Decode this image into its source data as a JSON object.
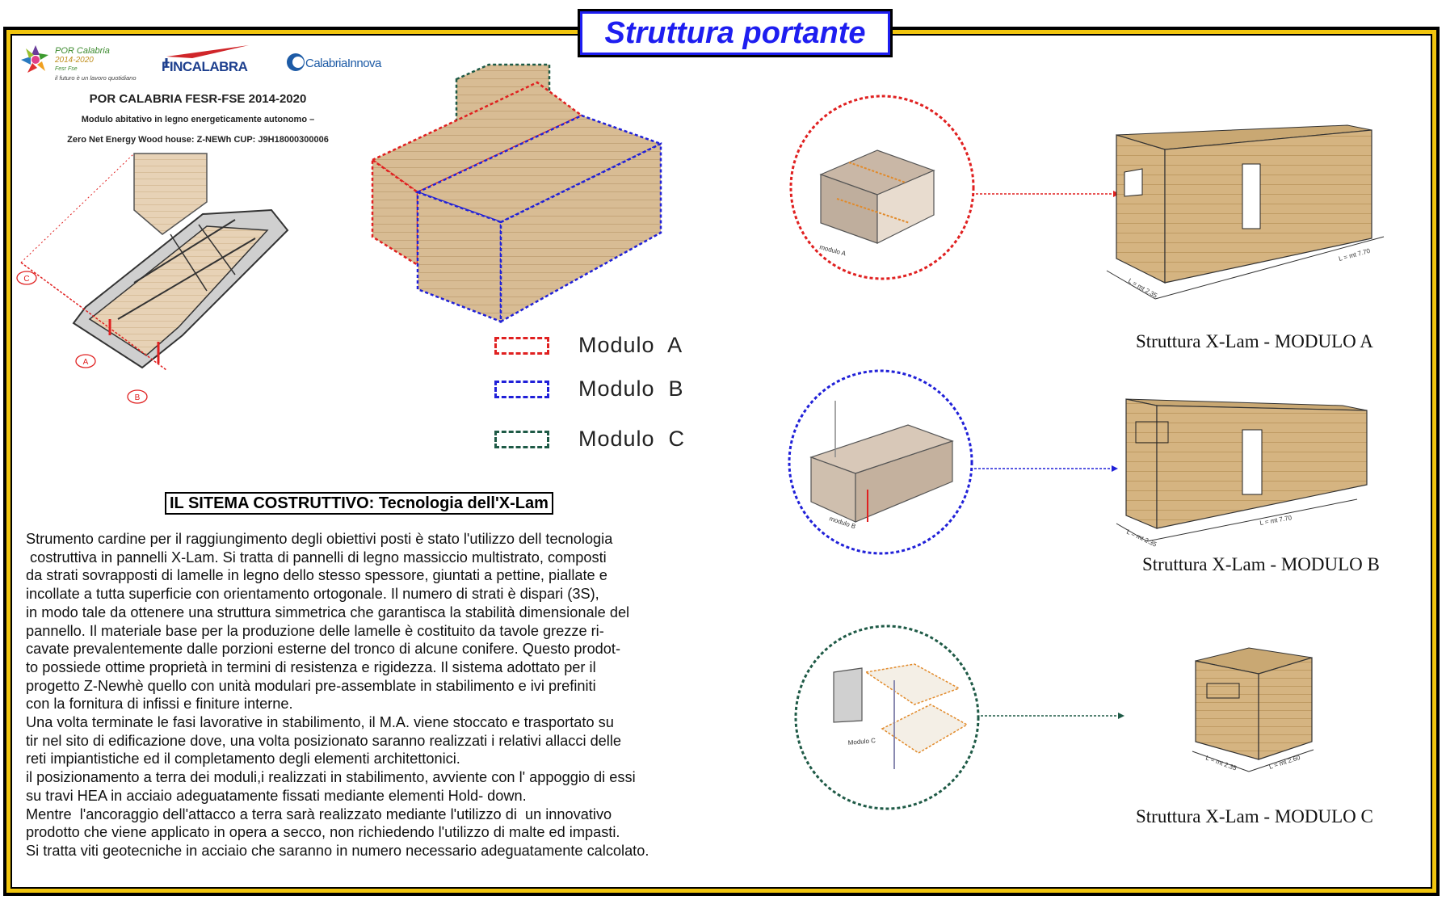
{
  "header": {
    "title": "Struttura portante"
  },
  "logos": {
    "por_calabria": "POR Calabria 2014-2020",
    "por_calabria_line1": "POR Calabria",
    "por_calabria_line2": "2014-2020",
    "por_calabria_line3": "Fesr Fse",
    "por_calabria_tagline": "il futuro è un lavoro quotidiano",
    "fincalabra": "FINCALABRA",
    "calabria_innova": "CalabriaInnova"
  },
  "project": {
    "title": "POR CALABRIA FESR-FSE 2014-2020",
    "subtitle_line1": "Modulo abitativo in legno energeticamente autonomo –",
    "subtitle_line2": "Zero Net Energy Wood house: Z-NEWh CUP: J9H18000300006"
  },
  "plan_labels": {
    "a": "A",
    "b": "B",
    "c": "C"
  },
  "legend": [
    {
      "label": "Modulo  A",
      "color": "#e02020"
    },
    {
      "label": "Modulo  B",
      "color": "#2020d8"
    },
    {
      "label": "Modulo  C",
      "color": "#1e5a46"
    }
  ],
  "section": {
    "heading": "IL SITEMA COSTRUTTIVO: Tecnologia dell'X-Lam",
    "lines": [
      "Strumento cardine per il raggiungimento degli obiettivi posti è stato l'utilizzo dell tecnologia",
      " costruttiva in pannelli X-Lam. Si tratta di pannelli di legno massiccio multistrato, composti",
      "da strati sovrapposti di lamelle in legno dello stesso spessore, giuntati a pettine, piallate e",
      "incollate a tutta superficie con orientamento ortogonale. Il numero di strati è dispari (3S),",
      "in modo tale da ottenere una struttura simmetrica che garantisca la stabilità dimensionale del",
      "pannello. Il materiale base per la produzione delle lamelle è costituito da tavole grezze ri-",
      "cavate prevalentemente dalle porzioni esterne del tronco di alcune conifere. Questo prodot-",
      "to possiede ottime proprietà in termini di resistenza e rigidezza. Il sistema adottato per il",
      "progetto Z-Newhè quello con unità modulari pre-assemblate in stabilimento e ivi prefiniti",
      "con la fornitura di infissi e finiture interne.",
      "Una volta terminate le fasi lavorative in stabilimento, il M.A. viene stoccato e trasportato su",
      "tir nel sito di edificazione dove, una volta posizionato saranno realizzati i relativi allacci delle",
      "reti impiantistiche ed il completamento degli elementi architettonici.",
      "il posizionamento a terra dei moduli,i realizzati in stabilimento, avviente con l' appoggio di essi",
      "su travi HEA in acciaio adeguatamente fissati mediante elementi Hold- down.",
      "Mentre  l'ancoraggio dell'attacco a terra sarà realizzato mediante l'utilizzo di  un innovativo",
      "prodotto che viene applicato in opera a secco, non richiedendo l'utilizzo di malte ed impasti.",
      "Si tratta viti geotecniche in acciaio che saranno in numero necessario adeguatamente calcolato."
    ]
  },
  "modules": [
    {
      "caption": "Struttura X-Lam - MODULO A",
      "circle_color": "#e02020",
      "circle_label": "modulo A",
      "dim_short": "L = mt 2.35",
      "dim_long": "L = mt 7.70"
    },
    {
      "caption": "Struttura X-Lam - MODULO B",
      "circle_color": "#2020d8",
      "circle_label": "modulo B",
      "dim_short": "L = mt 2.35",
      "dim_long": "L = mt 7.70"
    },
    {
      "caption": "Struttura X-Lam - MODULO C",
      "circle_color": "#1e5a46",
      "circle_label": "Modulo C",
      "dim_short": "L = mt 2.35",
      "dim_long": "L = mt 2.60"
    }
  ]
}
